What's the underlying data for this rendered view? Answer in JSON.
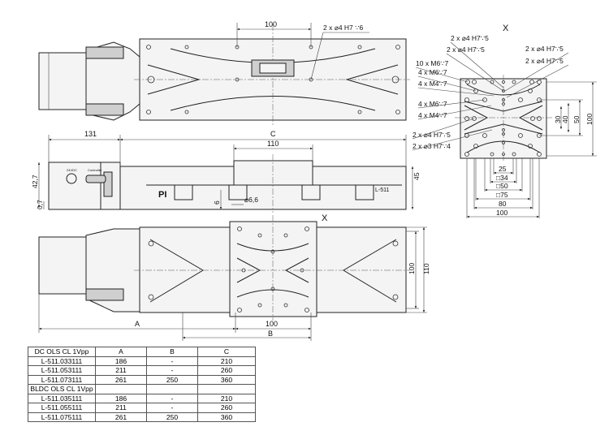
{
  "top_view": {
    "dim_100": "100",
    "hole_note": "2 x ⌀4 H7 ∵6"
  },
  "side_view": {
    "dim_131": "131",
    "dim_c": "C",
    "dim_110": "110",
    "dim_42_7": "42,7",
    "dim_0_7": "0,7",
    "dim_45": "45",
    "dim_6": "6",
    "dim_dia_6_6": "⌀6,6",
    "label_24vdc": "24VDC",
    "label_controller": "Controller",
    "logo": "PI",
    "model_label": "L-511"
  },
  "bottom_view": {
    "view_label": "X",
    "dim_100_v": "100",
    "dim_110_v": "110",
    "dim_a": "A",
    "dim_100_h": "100",
    "dim_b": "B"
  },
  "detail_x": {
    "title": "X",
    "notes": [
      "2 x ⌀4 H7∵5",
      "2 x ⌀4 H7∵5",
      "2 x ⌀4 H7∵5",
      "2 x ⌀4 H7∵5",
      "10 x M6∵7",
      "4 x M6∵7",
      "4 x M4∵7",
      "4 x M6∵7",
      "4 x M4∵7",
      "2 x ⌀4 H7∵5",
      "2 x ⌀3 H7∵4"
    ],
    "dims_vertical": [
      "30",
      "40",
      "50",
      "100"
    ],
    "dims_horizontal": [
      "25",
      "□34",
      "□50",
      "□75",
      "80",
      "100"
    ]
  },
  "table": {
    "headers": [
      "DC OLS CL 1Vpp",
      "A",
      "B",
      "C"
    ],
    "rows_dc": [
      [
        "L-511.033111",
        "186",
        "-",
        "210"
      ],
      [
        "L-511.053111",
        "211",
        "-",
        "260"
      ],
      [
        "L-511.073111",
        "261",
        "250",
        "360"
      ]
    ],
    "section_bldc": "BLDC OLS CL 1Vpp",
    "rows_bldc": [
      [
        "L-511.035111",
        "186",
        "-",
        "210"
      ],
      [
        "L-511.055111",
        "211",
        "-",
        "260"
      ],
      [
        "L-511.075111",
        "261",
        "250",
        "360"
      ]
    ]
  }
}
